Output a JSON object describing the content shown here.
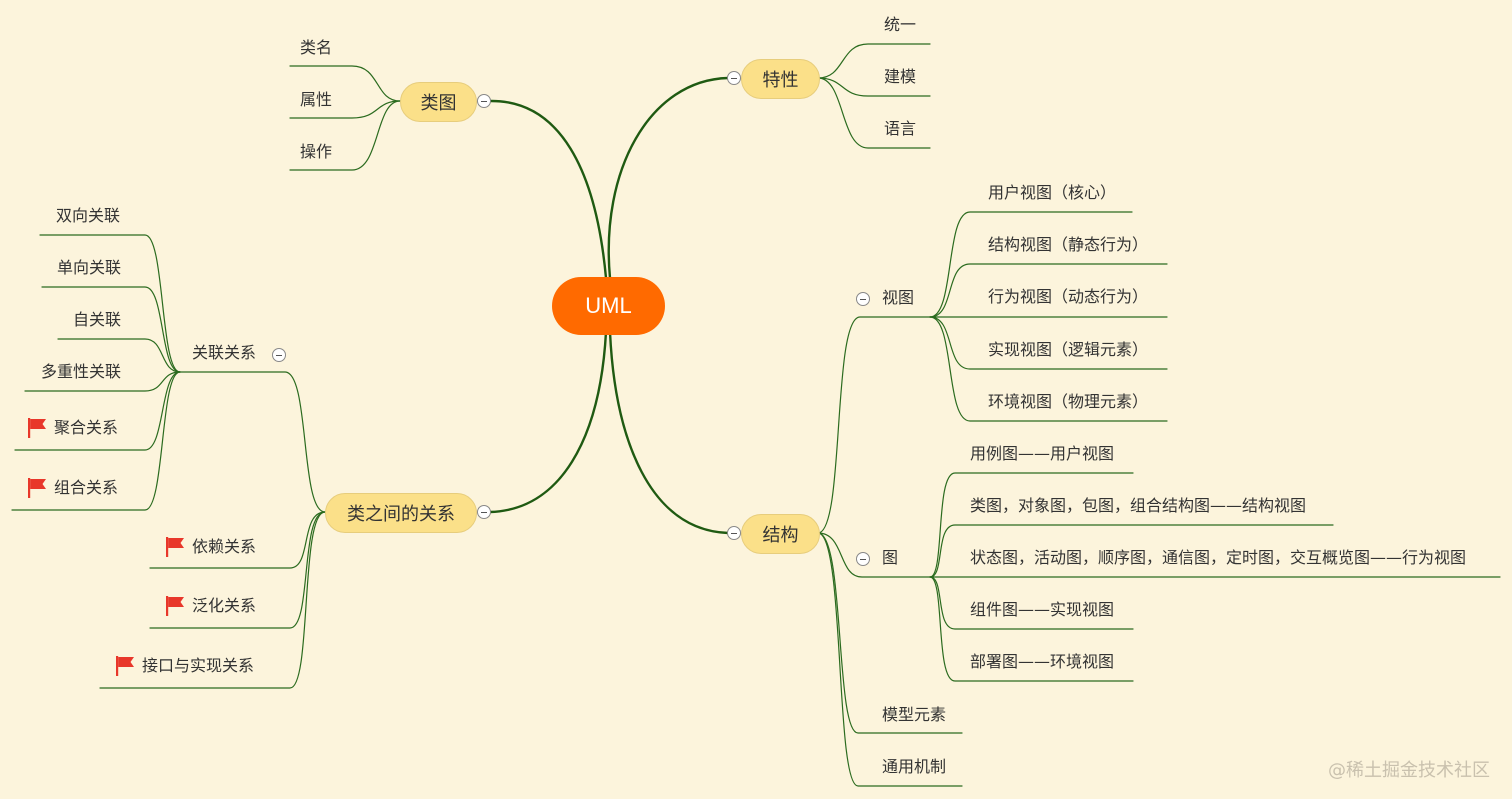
{
  "root": "UML",
  "tezheng": {
    "label": "特性",
    "children": [
      "统一",
      "建模",
      "语言"
    ]
  },
  "leitu": {
    "label": "类图",
    "children": [
      "类名",
      "属性",
      "操作"
    ]
  },
  "jiegou": {
    "label": "结构",
    "shitu": {
      "label": "视图",
      "children": [
        "用户视图（核心）",
        "结构视图（静态行为）",
        "行为视图（动态行为）",
        "实现视图（逻辑元素）",
        "环境视图（物理元素）"
      ]
    },
    "tu": {
      "label": "图",
      "children": [
        "用例图——用户视图",
        "类图，对象图，包图，组合结构图——结构视图",
        "状态图，活动图，顺序图，通信图，定时图，交互概览图——行为视图",
        "组件图——实现视图",
        "部署图——环境视图"
      ]
    },
    "moxing": "模型元素",
    "tongyong": "通用机制"
  },
  "guanxi": {
    "label": "类之间的关系",
    "guanlian": {
      "label": "关联关系",
      "children": [
        "双向关联",
        "单向关联",
        "自关联",
        "多重性关联",
        "聚合关系",
        "组合关系"
      ]
    },
    "yilai": "依赖关系",
    "fanhua": "泛化关系",
    "jiekou": "接口与实现关系"
  },
  "colors": {
    "background": "#fcf4dc",
    "root": "#ff6a00",
    "topic": "#fbe089",
    "main_branch": "#1f5a12",
    "thin_branch": "#2b6b1f",
    "flag": "#e8372a"
  },
  "icons": {
    "toggle": "collapse-minus-icon",
    "flag": "red-flag-icon"
  },
  "watermark": "@稀土掘金技术社区"
}
